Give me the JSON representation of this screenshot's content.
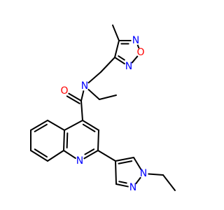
{
  "atoms": [
    {
      "id": "methyl_top",
      "label": ""
    },
    {
      "id": "oxd_c4",
      "label": ""
    },
    {
      "id": "oxd_n_top",
      "label": "N"
    },
    {
      "id": "oxd_o",
      "label": "O"
    },
    {
      "id": "oxd_n_bottom",
      "label": "N"
    },
    {
      "id": "oxd_c3",
      "label": ""
    },
    {
      "id": "ch2",
      "label": ""
    },
    {
      "id": "amide_n",
      "label": "N"
    },
    {
      "id": "ethyl_a_ch2",
      "label": ""
    },
    {
      "id": "ethyl_a_ch3",
      "label": ""
    },
    {
      "id": "carbonyl_c",
      "label": ""
    },
    {
      "id": "carbonyl_o",
      "label": "O"
    },
    {
      "id": "q4",
      "label": ""
    },
    {
      "id": "q3",
      "label": ""
    },
    {
      "id": "q2",
      "label": ""
    },
    {
      "id": "q1_n",
      "label": "N"
    },
    {
      "id": "q8a",
      "label": ""
    },
    {
      "id": "q4a",
      "label": ""
    },
    {
      "id": "q5",
      "label": ""
    },
    {
      "id": "q6",
      "label": ""
    },
    {
      "id": "q7",
      "label": ""
    },
    {
      "id": "q8",
      "label": ""
    },
    {
      "id": "pz_c4",
      "label": ""
    },
    {
      "id": "pz_c5",
      "label": ""
    },
    {
      "id": "pz_n1",
      "label": "N"
    },
    {
      "id": "pz_n2",
      "label": "N"
    },
    {
      "id": "pz_c3",
      "label": ""
    },
    {
      "id": "ethyl_b_ch2",
      "label": ""
    },
    {
      "id": "ethyl_b_ch3",
      "label": ""
    }
  ],
  "bonds": [
    {
      "a": "methyl_top",
      "b": "oxd_c4",
      "order": 1
    },
    {
      "a": "oxd_c4",
      "b": "oxd_n_top",
      "order": 2
    },
    {
      "a": "oxd_n_top",
      "b": "oxd_o",
      "order": 1
    },
    {
      "a": "oxd_o",
      "b": "oxd_n_bottom",
      "order": 1
    },
    {
      "a": "oxd_n_bottom",
      "b": "oxd_c3",
      "order": 2
    },
    {
      "a": "oxd_c3",
      "b": "oxd_c4",
      "order": 1
    },
    {
      "a": "oxd_c3",
      "b": "ch2",
      "order": 1
    },
    {
      "a": "ch2",
      "b": "amide_n",
      "order": 1
    },
    {
      "a": "amide_n",
      "b": "ethyl_a_ch2",
      "order": 1
    },
    {
      "a": "ethyl_a_ch2",
      "b": "ethyl_a_ch3",
      "order": 1
    },
    {
      "a": "amide_n",
      "b": "carbonyl_c",
      "order": 1
    },
    {
      "a": "carbonyl_c",
      "b": "carbonyl_o",
      "order": 2
    },
    {
      "a": "carbonyl_c",
      "b": "q4",
      "order": 1
    },
    {
      "a": "q4",
      "b": "q3",
      "order": 2
    },
    {
      "a": "q3",
      "b": "q2",
      "order": 1
    },
    {
      "a": "q2",
      "b": "q1_n",
      "order": 2
    },
    {
      "a": "q1_n",
      "b": "q8a",
      "order": 1
    },
    {
      "a": "q8a",
      "b": "q4a",
      "order": 2
    },
    {
      "a": "q4a",
      "b": "q4",
      "order": 1
    },
    {
      "a": "q4a",
      "b": "q5",
      "order": 1
    },
    {
      "a": "q5",
      "b": "q6",
      "order": 2
    },
    {
      "a": "q6",
      "b": "q7",
      "order": 1
    },
    {
      "a": "q7",
      "b": "q8",
      "order": 2
    },
    {
      "a": "q8",
      "b": "q8a",
      "order": 1
    },
    {
      "a": "q2",
      "b": "pz_c4",
      "order": 1
    },
    {
      "a": "pz_c4",
      "b": "pz_c5",
      "order": 2
    },
    {
      "a": "pz_c5",
      "b": "pz_n1",
      "order": 1
    },
    {
      "a": "pz_n1",
      "b": "pz_n2",
      "order": 1
    },
    {
      "a": "pz_n2",
      "b": "pz_c3",
      "order": 2
    },
    {
      "a": "pz_c3",
      "b": "pz_c4",
      "order": 1
    },
    {
      "a": "pz_n1",
      "b": "ethyl_b_ch2",
      "order": 1
    },
    {
      "a": "ethyl_b_ch2",
      "b": "ethyl_b_ch3",
      "order": 1
    }
  ],
  "colors": {
    "bond": "#000000",
    "nitrogen": "#0000ff",
    "oxygen": "#ff0000",
    "background": "#ffffff"
  }
}
